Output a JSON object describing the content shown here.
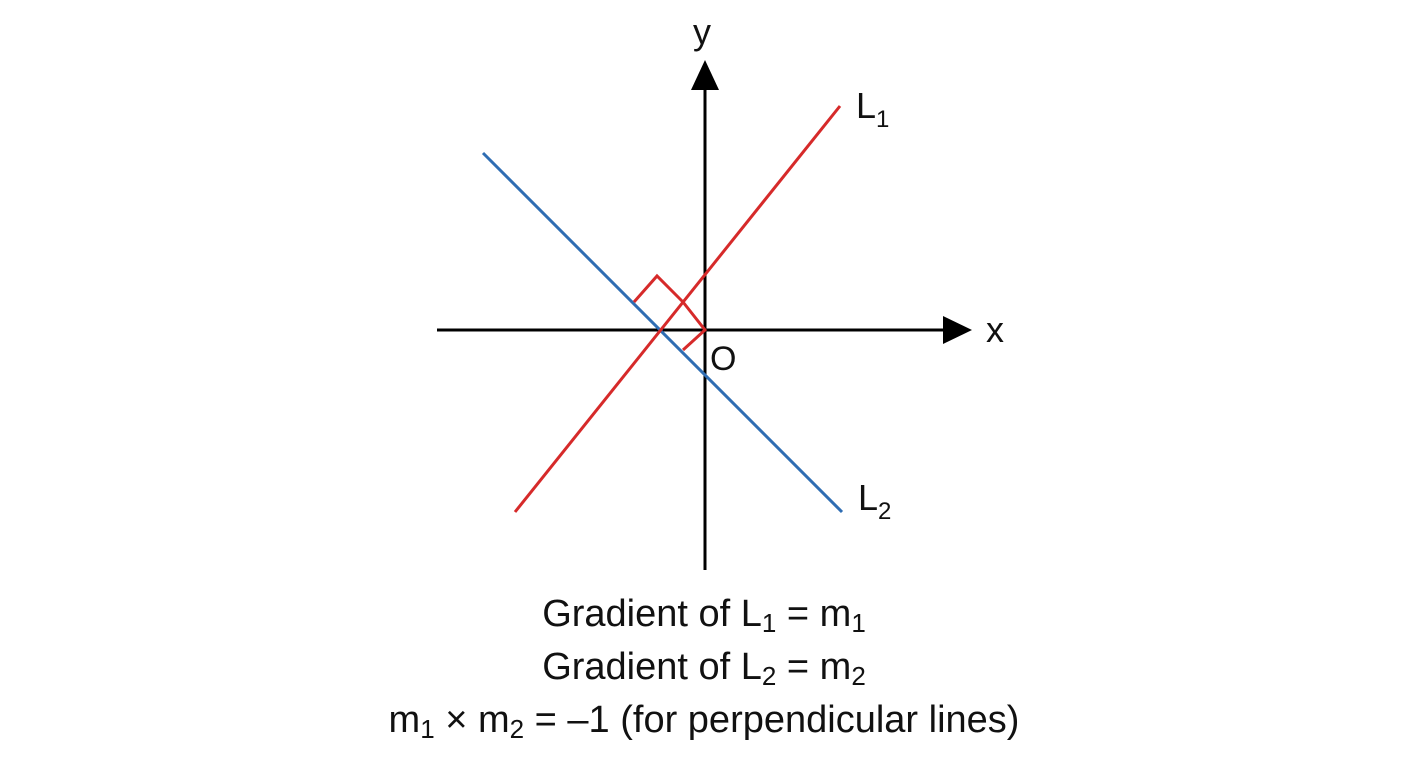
{
  "colors": {
    "line_1": "#d62a2a",
    "line_2": "#2f6db3",
    "axes": "#000000",
    "right_angle_marker": "#d62a2a"
  },
  "axes": {
    "x_label": "x",
    "y_label": "y",
    "origin_label": "O"
  },
  "lines": {
    "line_1": {
      "name": "L",
      "subscript": "1"
    },
    "line_2": {
      "name": "L",
      "subscript": "2"
    }
  },
  "caption": {
    "line1": {
      "prefix": "Gradient of L",
      "sub_a": "1",
      "middle": " = m",
      "sub_b": "1"
    },
    "line2": {
      "prefix": "Gradient of L",
      "sub_a": "2",
      "middle": " = m",
      "sub_b": "2"
    },
    "line3": {
      "prefix": "m",
      "sub_a": "1",
      "middle": " × m",
      "sub_b": "2",
      "suffix": " = –1 (for perpendicular lines)"
    }
  }
}
